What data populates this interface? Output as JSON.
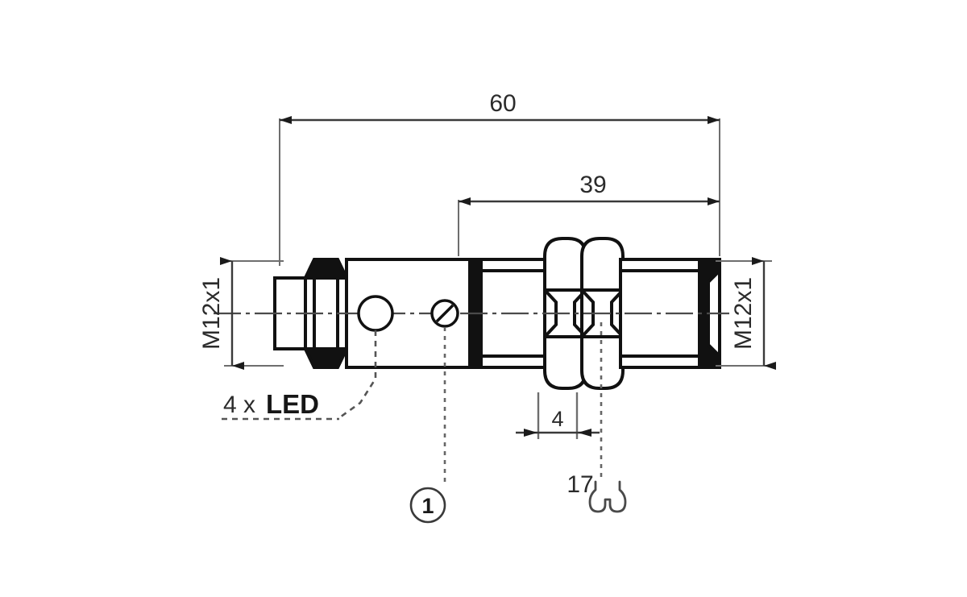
{
  "drawing": {
    "type": "technical-dimensional-drawing",
    "subject": "M12x1 cylindrical sensor with hex nuts",
    "background_color": "#ffffff",
    "line_color": "#111111",
    "dim_color": "#2b2b2b",
    "units": "mm"
  },
  "dimensions": {
    "overall_length": "60",
    "thread_to_end_length": "39",
    "nut_width": "4",
    "left_thread": "M12x1",
    "right_thread": "M12x1"
  },
  "callouts": {
    "led": {
      "count_prefix": "4 x",
      "label": "LED"
    },
    "balloon": {
      "number": "1"
    },
    "wrench": {
      "size": "17",
      "icon": "open-end-wrench-icon"
    }
  },
  "features": {
    "led_window": "led-indicator-hole",
    "set_screw": "slotted-set-screw",
    "hex_nut_front": "hex-nut",
    "hex_nut_rear": "hex-nut",
    "centerline": "center-axis-dash-dot"
  }
}
